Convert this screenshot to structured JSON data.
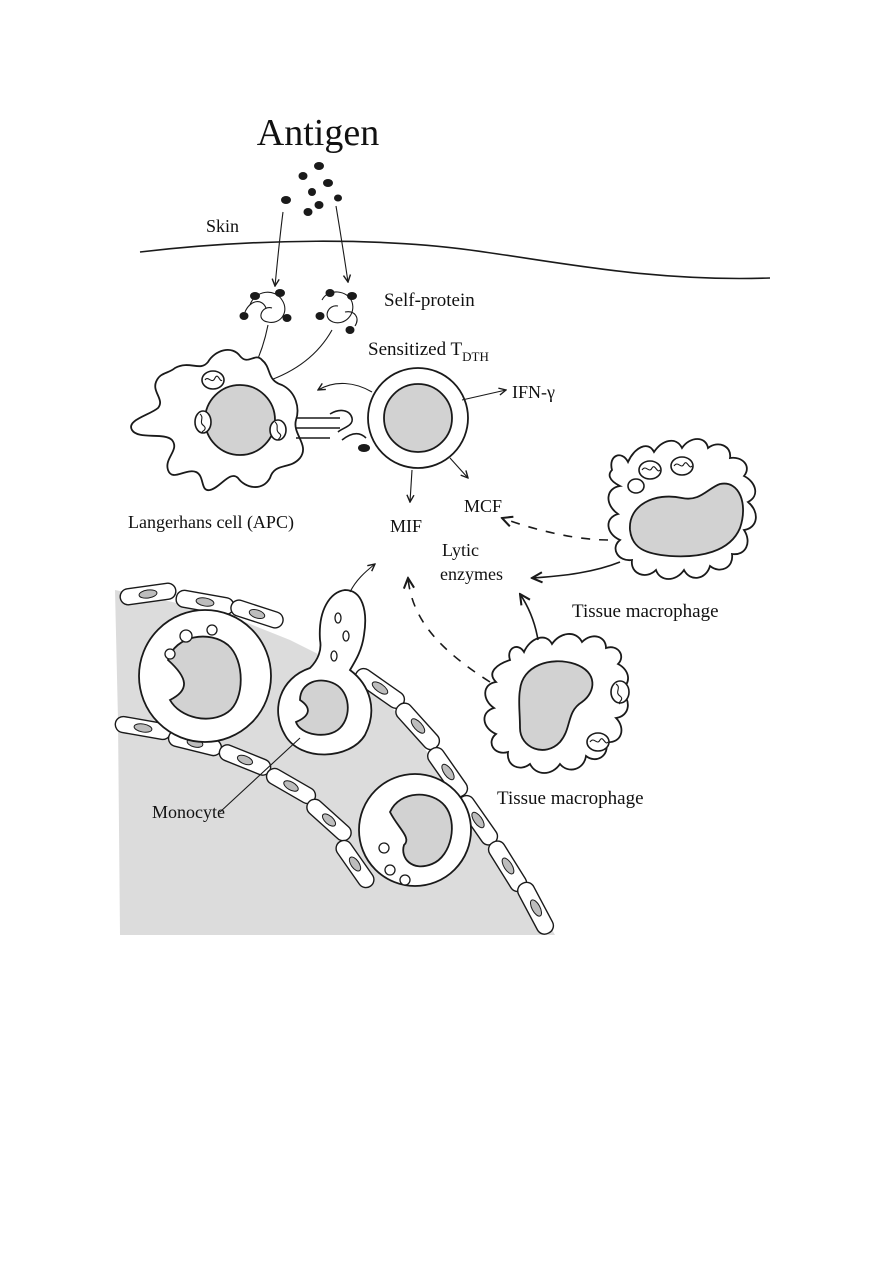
{
  "labels": {
    "antigen": "Antigen",
    "skin": "Skin",
    "self_protein": "Self-protein",
    "sensitized": "Sensitized T",
    "sensitized_sub": "DTH",
    "ifn": "IFN-γ",
    "langerhans": "Langerhans cell (APC)",
    "mif": "MIF",
    "mcf": "MCF",
    "lytic_line1": "Lytic",
    "lytic_line2": "enzymes",
    "tissue_macrophage_upper": "Tissue macrophage",
    "tissue_macrophage_lower": "Tissue macrophage",
    "monocyte": "Monocyte"
  },
  "colors": {
    "ink": "#1a1a1a",
    "nucleus": "#d2d2d2",
    "vessel": "#dcdcdc"
  }
}
